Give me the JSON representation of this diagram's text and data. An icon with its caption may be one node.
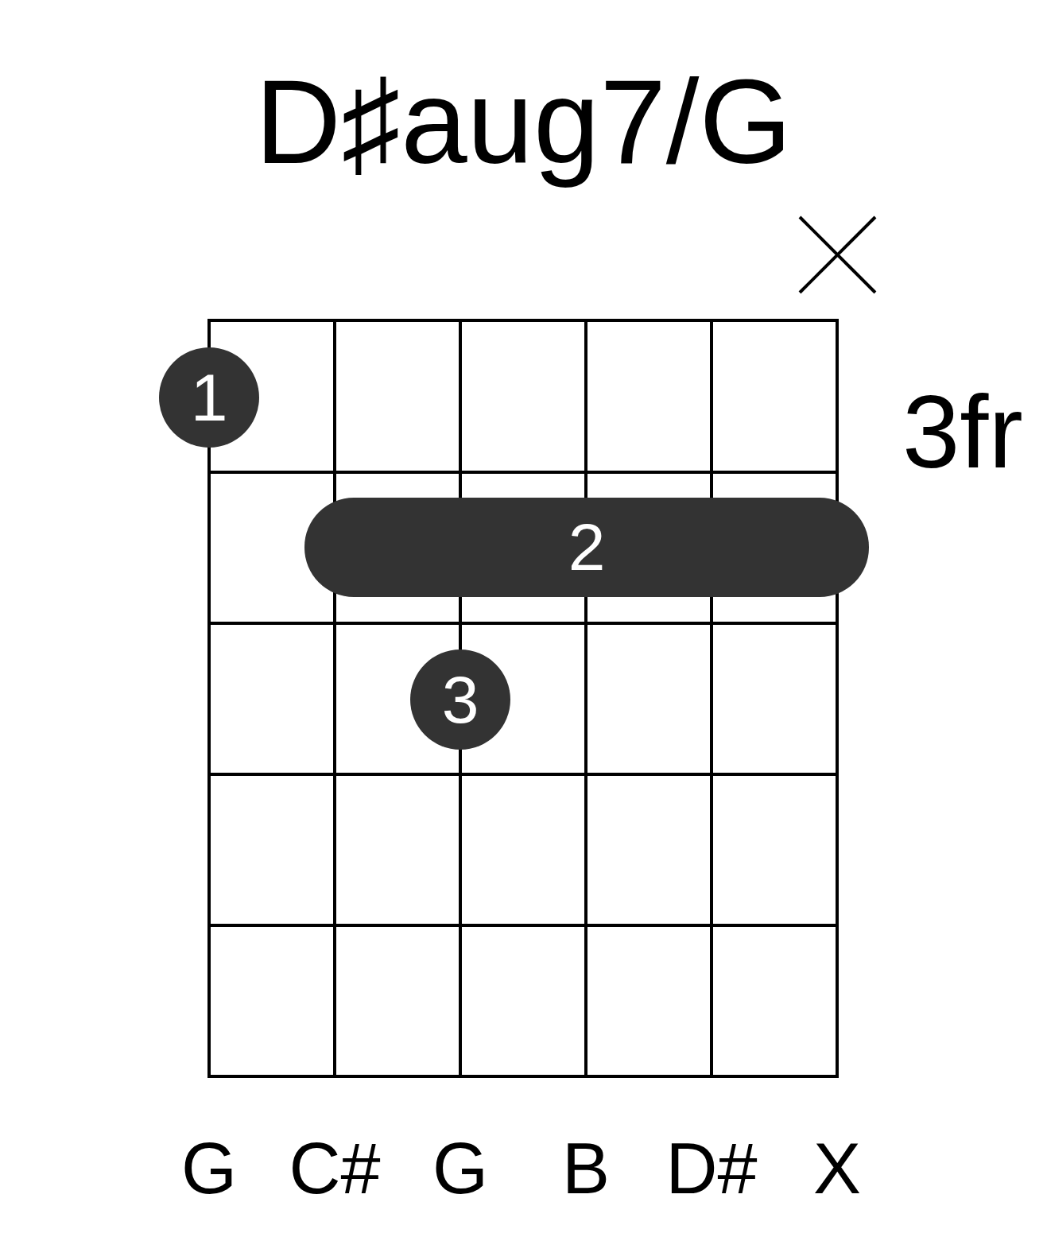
{
  "diagram": {
    "title": "D♯aug7/G",
    "nodes": [
      {
        "text": [
          "1"
        ]
      },
      {
        "text": [
          "2"
        ]
      },
      {
        "text": [
          "3"
        ]
      }
    ],
    "labels": [
      "3fr",
      "G",
      "C#",
      "G",
      "B",
      "D#",
      "X"
    ]
  }
}
